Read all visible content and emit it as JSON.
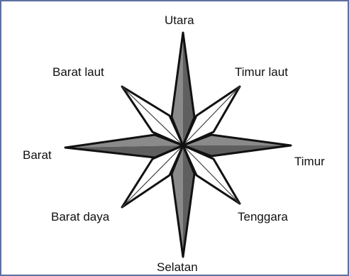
{
  "compass": {
    "directions": {
      "north": "Utara",
      "northeast": "Timur laut",
      "east": "Timur",
      "southeast": "Tenggara",
      "south": "Selatan",
      "southwest": "Barat daya",
      "west": "Barat",
      "northwest": "Barat laut"
    },
    "colors": {
      "frame": "#5f6fa1",
      "cardinal_fill": "#7a7a7a",
      "cardinal_light": "#a8a8a8",
      "ordinal_fill": "#ffffff",
      "outline": "#111111"
    }
  }
}
